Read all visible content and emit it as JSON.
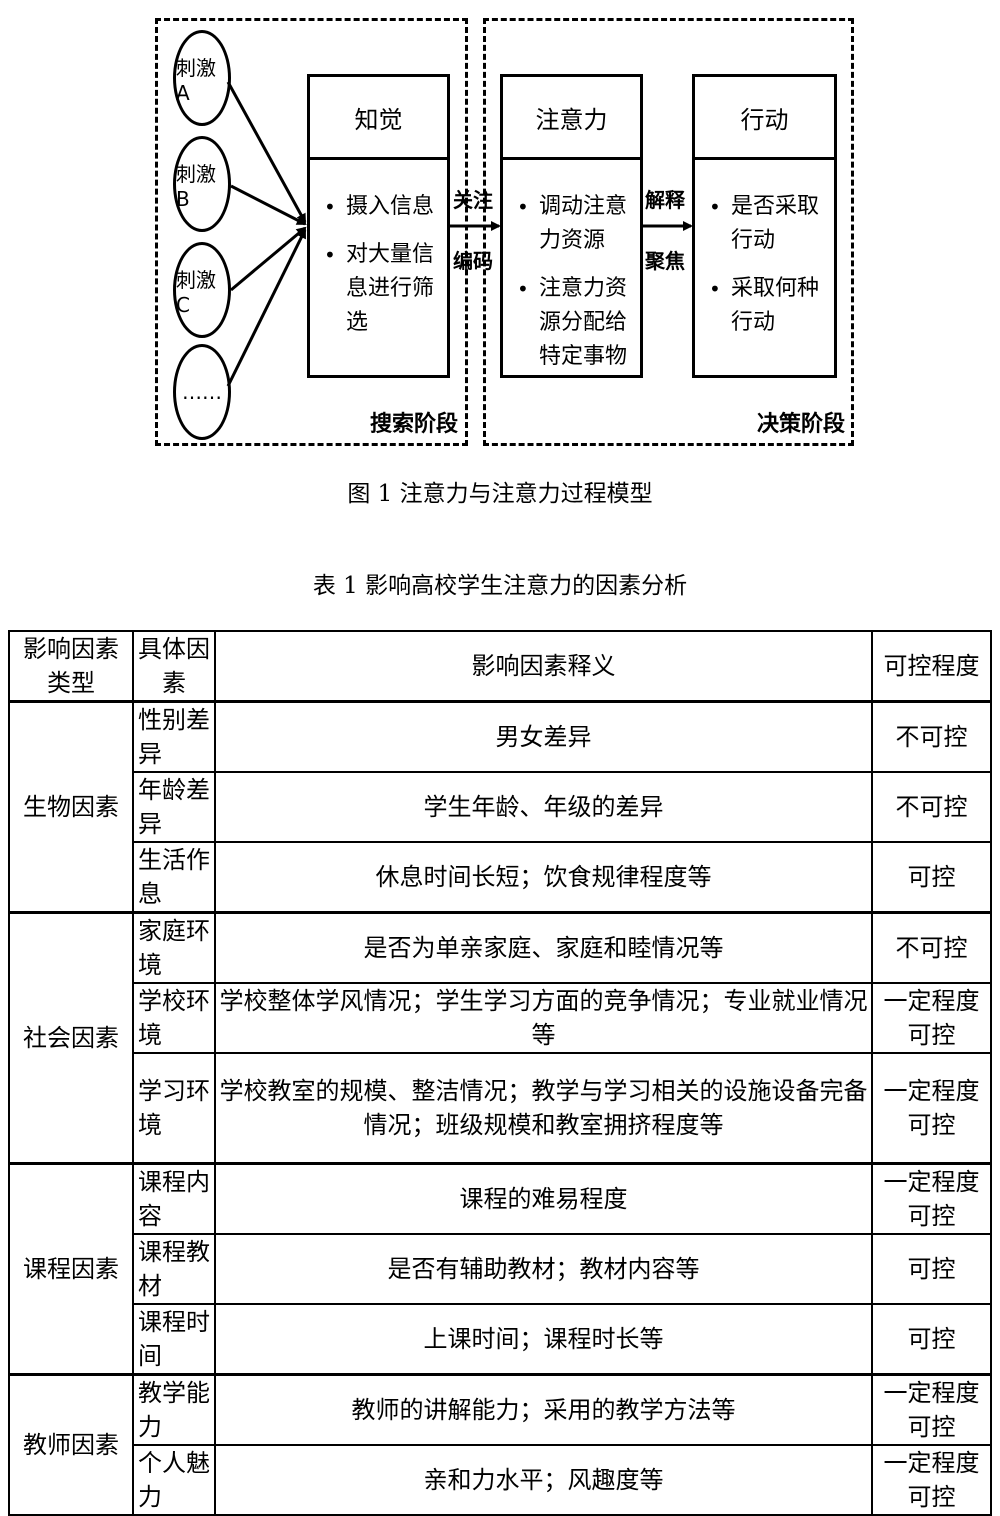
{
  "figure": {
    "stimuli": [
      "刺激A",
      "刺激B",
      "刺激C",
      "……"
    ],
    "stages": [
      {
        "label": "搜索阶段"
      },
      {
        "label": "决策阶段"
      }
    ],
    "boxes": [
      {
        "title": "知觉",
        "items": [
          "摄入信息",
          "对大量信息进行筛选"
        ]
      },
      {
        "title": "注意力",
        "items": [
          "调动注意力资源",
          "注意力资源分配给特定事物"
        ]
      },
      {
        "title": "行动",
        "items": [
          "是否采取行动",
          "采取何种行动"
        ]
      }
    ],
    "connectors": [
      {
        "top": "关注",
        "bottom": "编码"
      },
      {
        "top": "解释",
        "bottom": "聚焦"
      }
    ],
    "caption": "图 1  注意力与注意力过程模型"
  },
  "table": {
    "caption": "表 1  影响高校学生注意力的因素分析",
    "headers": [
      "影响因素类型",
      "具体因素",
      "影响因素释义",
      "可控程度"
    ],
    "groups": [
      {
        "type": "生物因素",
        "rows": [
          {
            "factor": "性别差异",
            "desc": "男女差异",
            "control": "不可控"
          },
          {
            "factor": "年龄差异",
            "desc": "学生年龄、年级的差异",
            "control": "不可控"
          },
          {
            "factor": "生活作息",
            "desc": "休息时间长短；饮食规律程度等",
            "control": "可控"
          }
        ]
      },
      {
        "type": "社会因素",
        "rows": [
          {
            "factor": "家庭环境",
            "desc": "是否为单亲家庭、家庭和睦情况等",
            "control": "不可控"
          },
          {
            "factor": "学校环境",
            "desc": "学校整体学风情况；学生学习方面的竞争情况；专业就业情况等",
            "control": "一定程度可控"
          },
          {
            "factor": "学习环境",
            "desc": "学校教室的规模、整洁情况；教学与学习相关的设施设备完备情况；班级规模和教室拥挤程度等",
            "control": "一定程度可控"
          }
        ]
      },
      {
        "type": "课程因素",
        "rows": [
          {
            "factor": "课程内容",
            "desc": "课程的难易程度",
            "control": "一定程度可控"
          },
          {
            "factor": "课程教材",
            "desc": "是否有辅助教材；教材内容等",
            "control": "可控"
          },
          {
            "factor": "课程时间",
            "desc": "上课时间；课程时长等",
            "control": "可控"
          }
        ]
      },
      {
        "type": "教师因素",
        "rows": [
          {
            "factor": "教学能力",
            "desc": "教师的讲解能力；采用的教学方法等",
            "control": "一定程度可控"
          },
          {
            "factor": "个人魅力",
            "desc": "亲和力水平；风趣度等",
            "control": "一定程度可控"
          }
        ]
      }
    ]
  }
}
